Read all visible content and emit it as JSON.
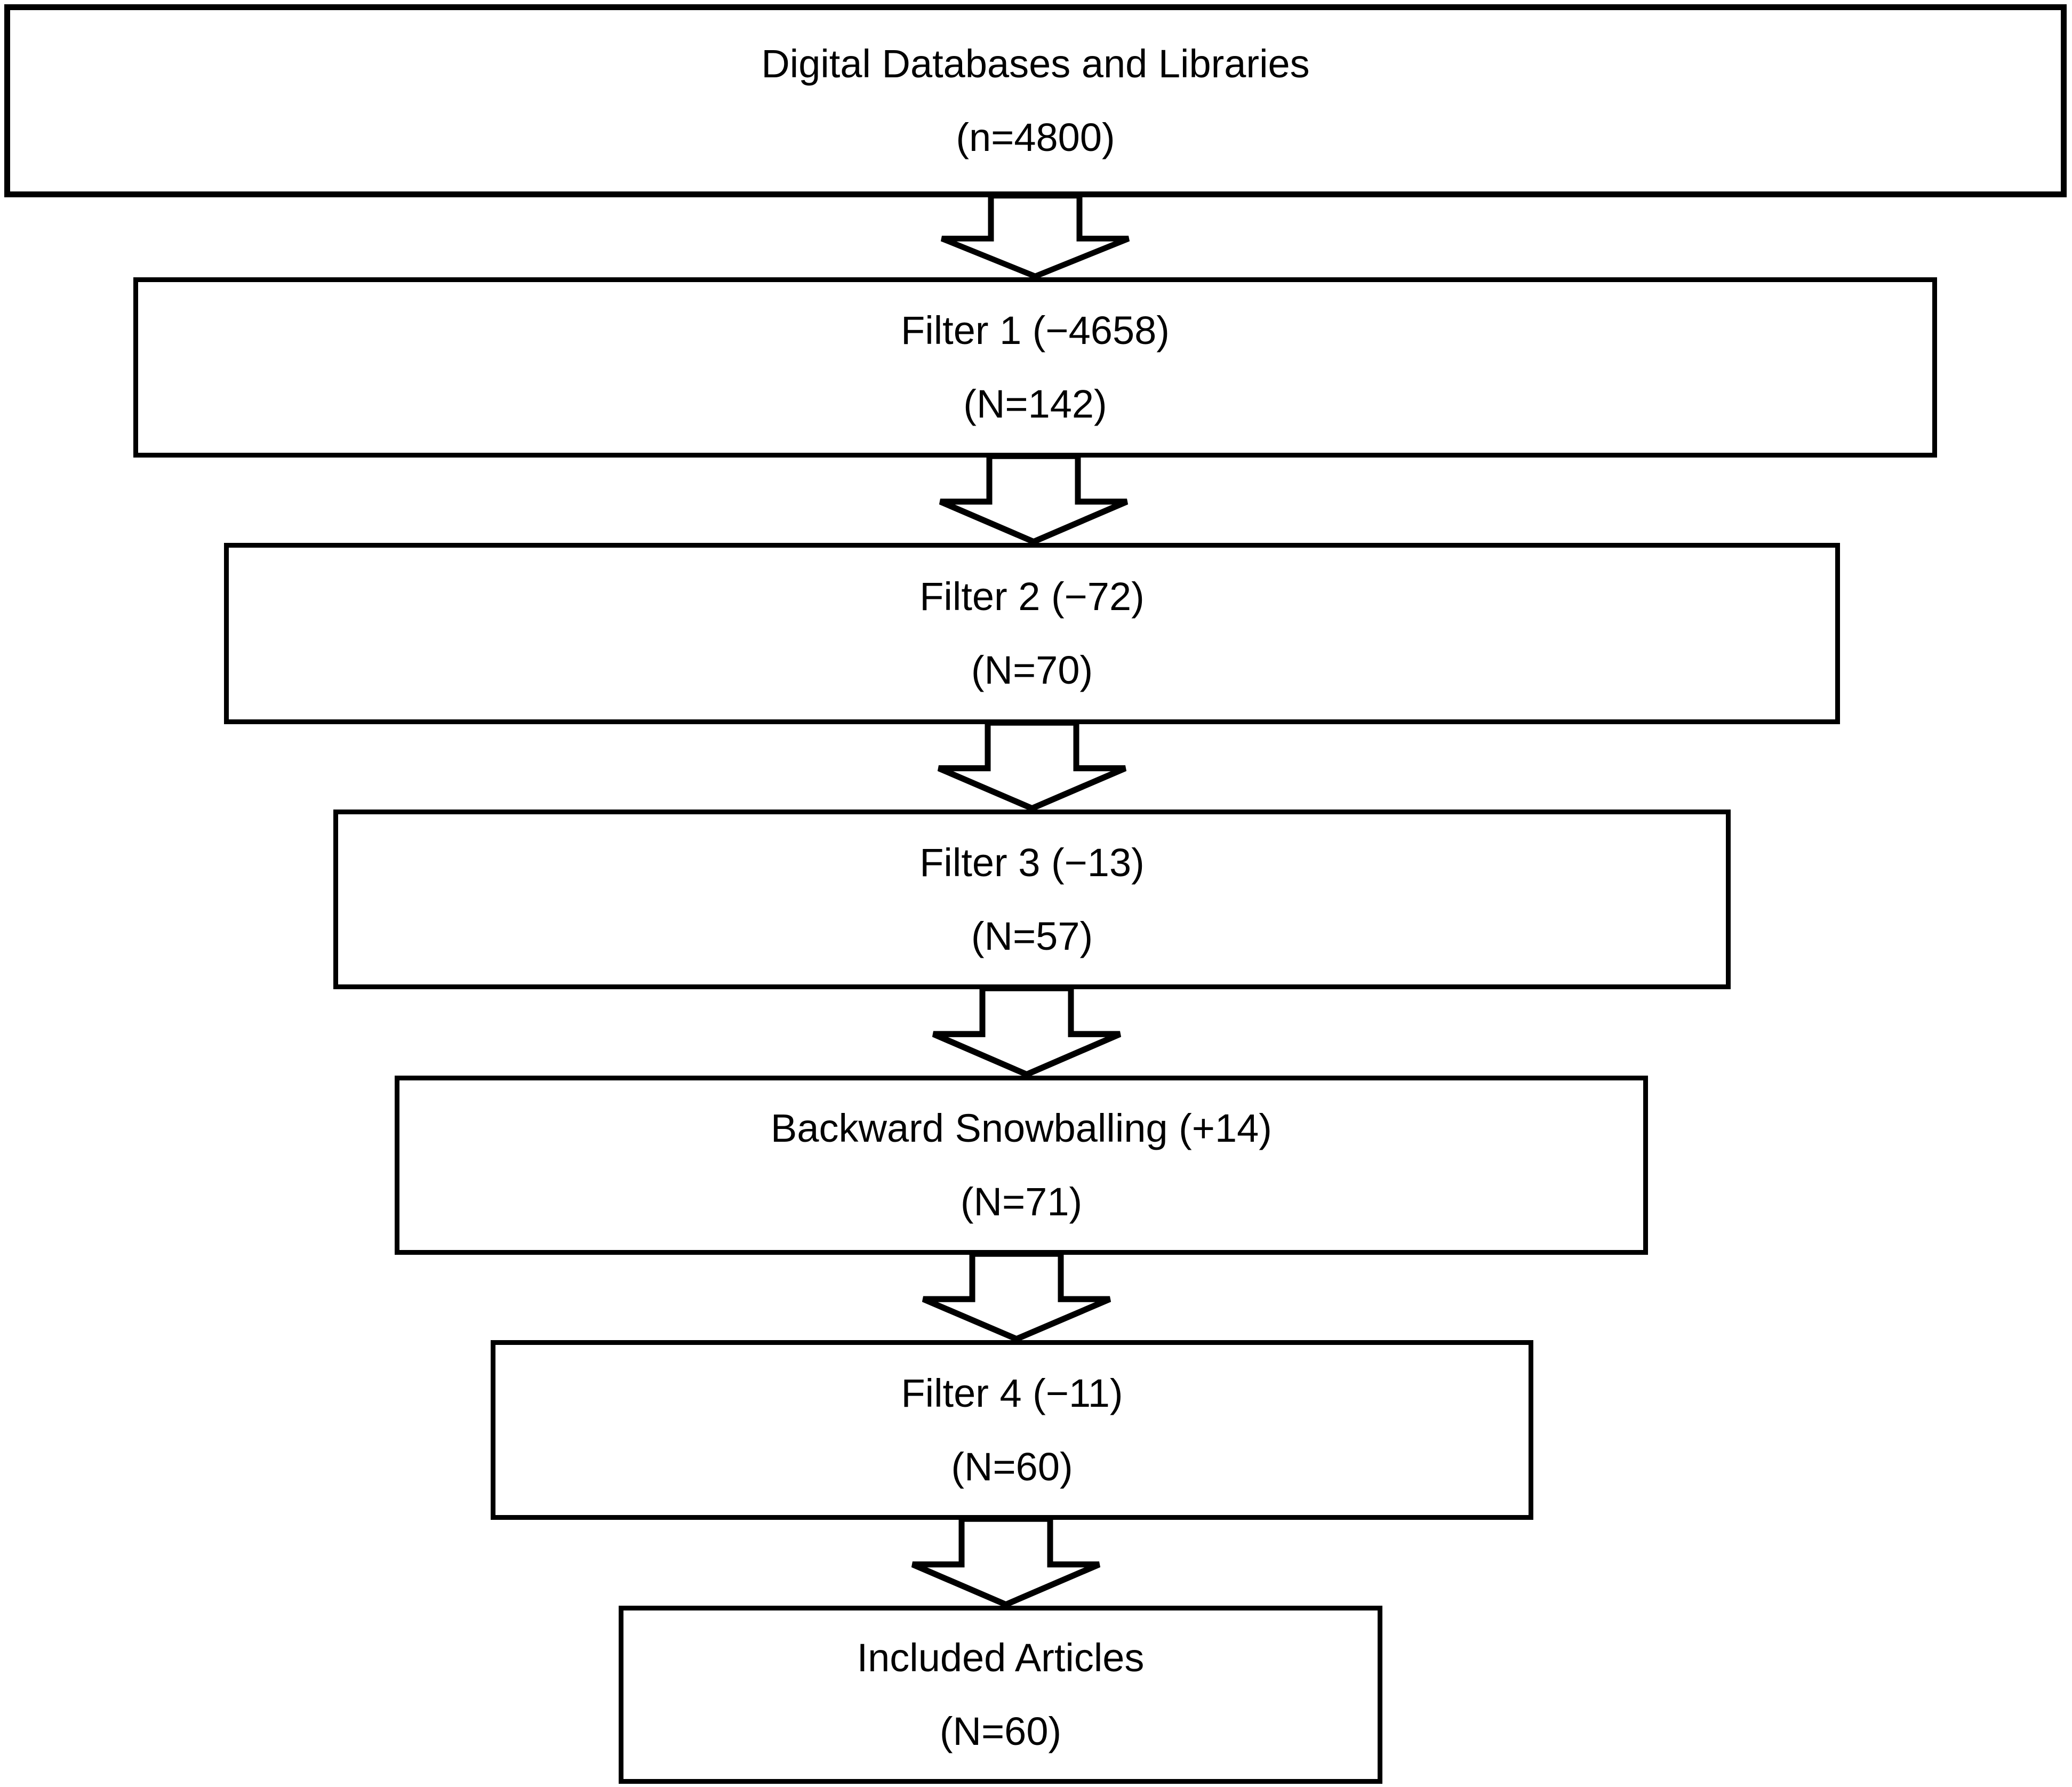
{
  "flow": {
    "diagram_type": "literature-selection-flowchart",
    "colors": {
      "background": "#ffffff",
      "box_fill": "#ffffff",
      "box_border": "#000000",
      "text": "#000000",
      "arrow_fill": "#ffffff",
      "arrow_outline": "#000000"
    },
    "connector_icon": "down-arrow",
    "boxes": [
      {
        "id": "databases",
        "line1": "Digital Databases and Libraries",
        "line2": "(n=4800)"
      },
      {
        "id": "filter1",
        "line1": "Filter 1 (−4658)",
        "line2": "(N=142)"
      },
      {
        "id": "filter2",
        "line1": "Filter 2 (−72)",
        "line2": "(N=70)"
      },
      {
        "id": "filter3",
        "line1": "Filter 3 (−13)",
        "line2": "(N=57)"
      },
      {
        "id": "snowballing",
        "line1": "Backward Snowballing (+14)",
        "line2": "(N=71)"
      },
      {
        "id": "filter4",
        "line1": "Filter 4 (−11)",
        "line2": "(N=60)"
      },
      {
        "id": "included",
        "line1": "Included Articles",
        "line2": "(N=60)"
      }
    ]
  }
}
